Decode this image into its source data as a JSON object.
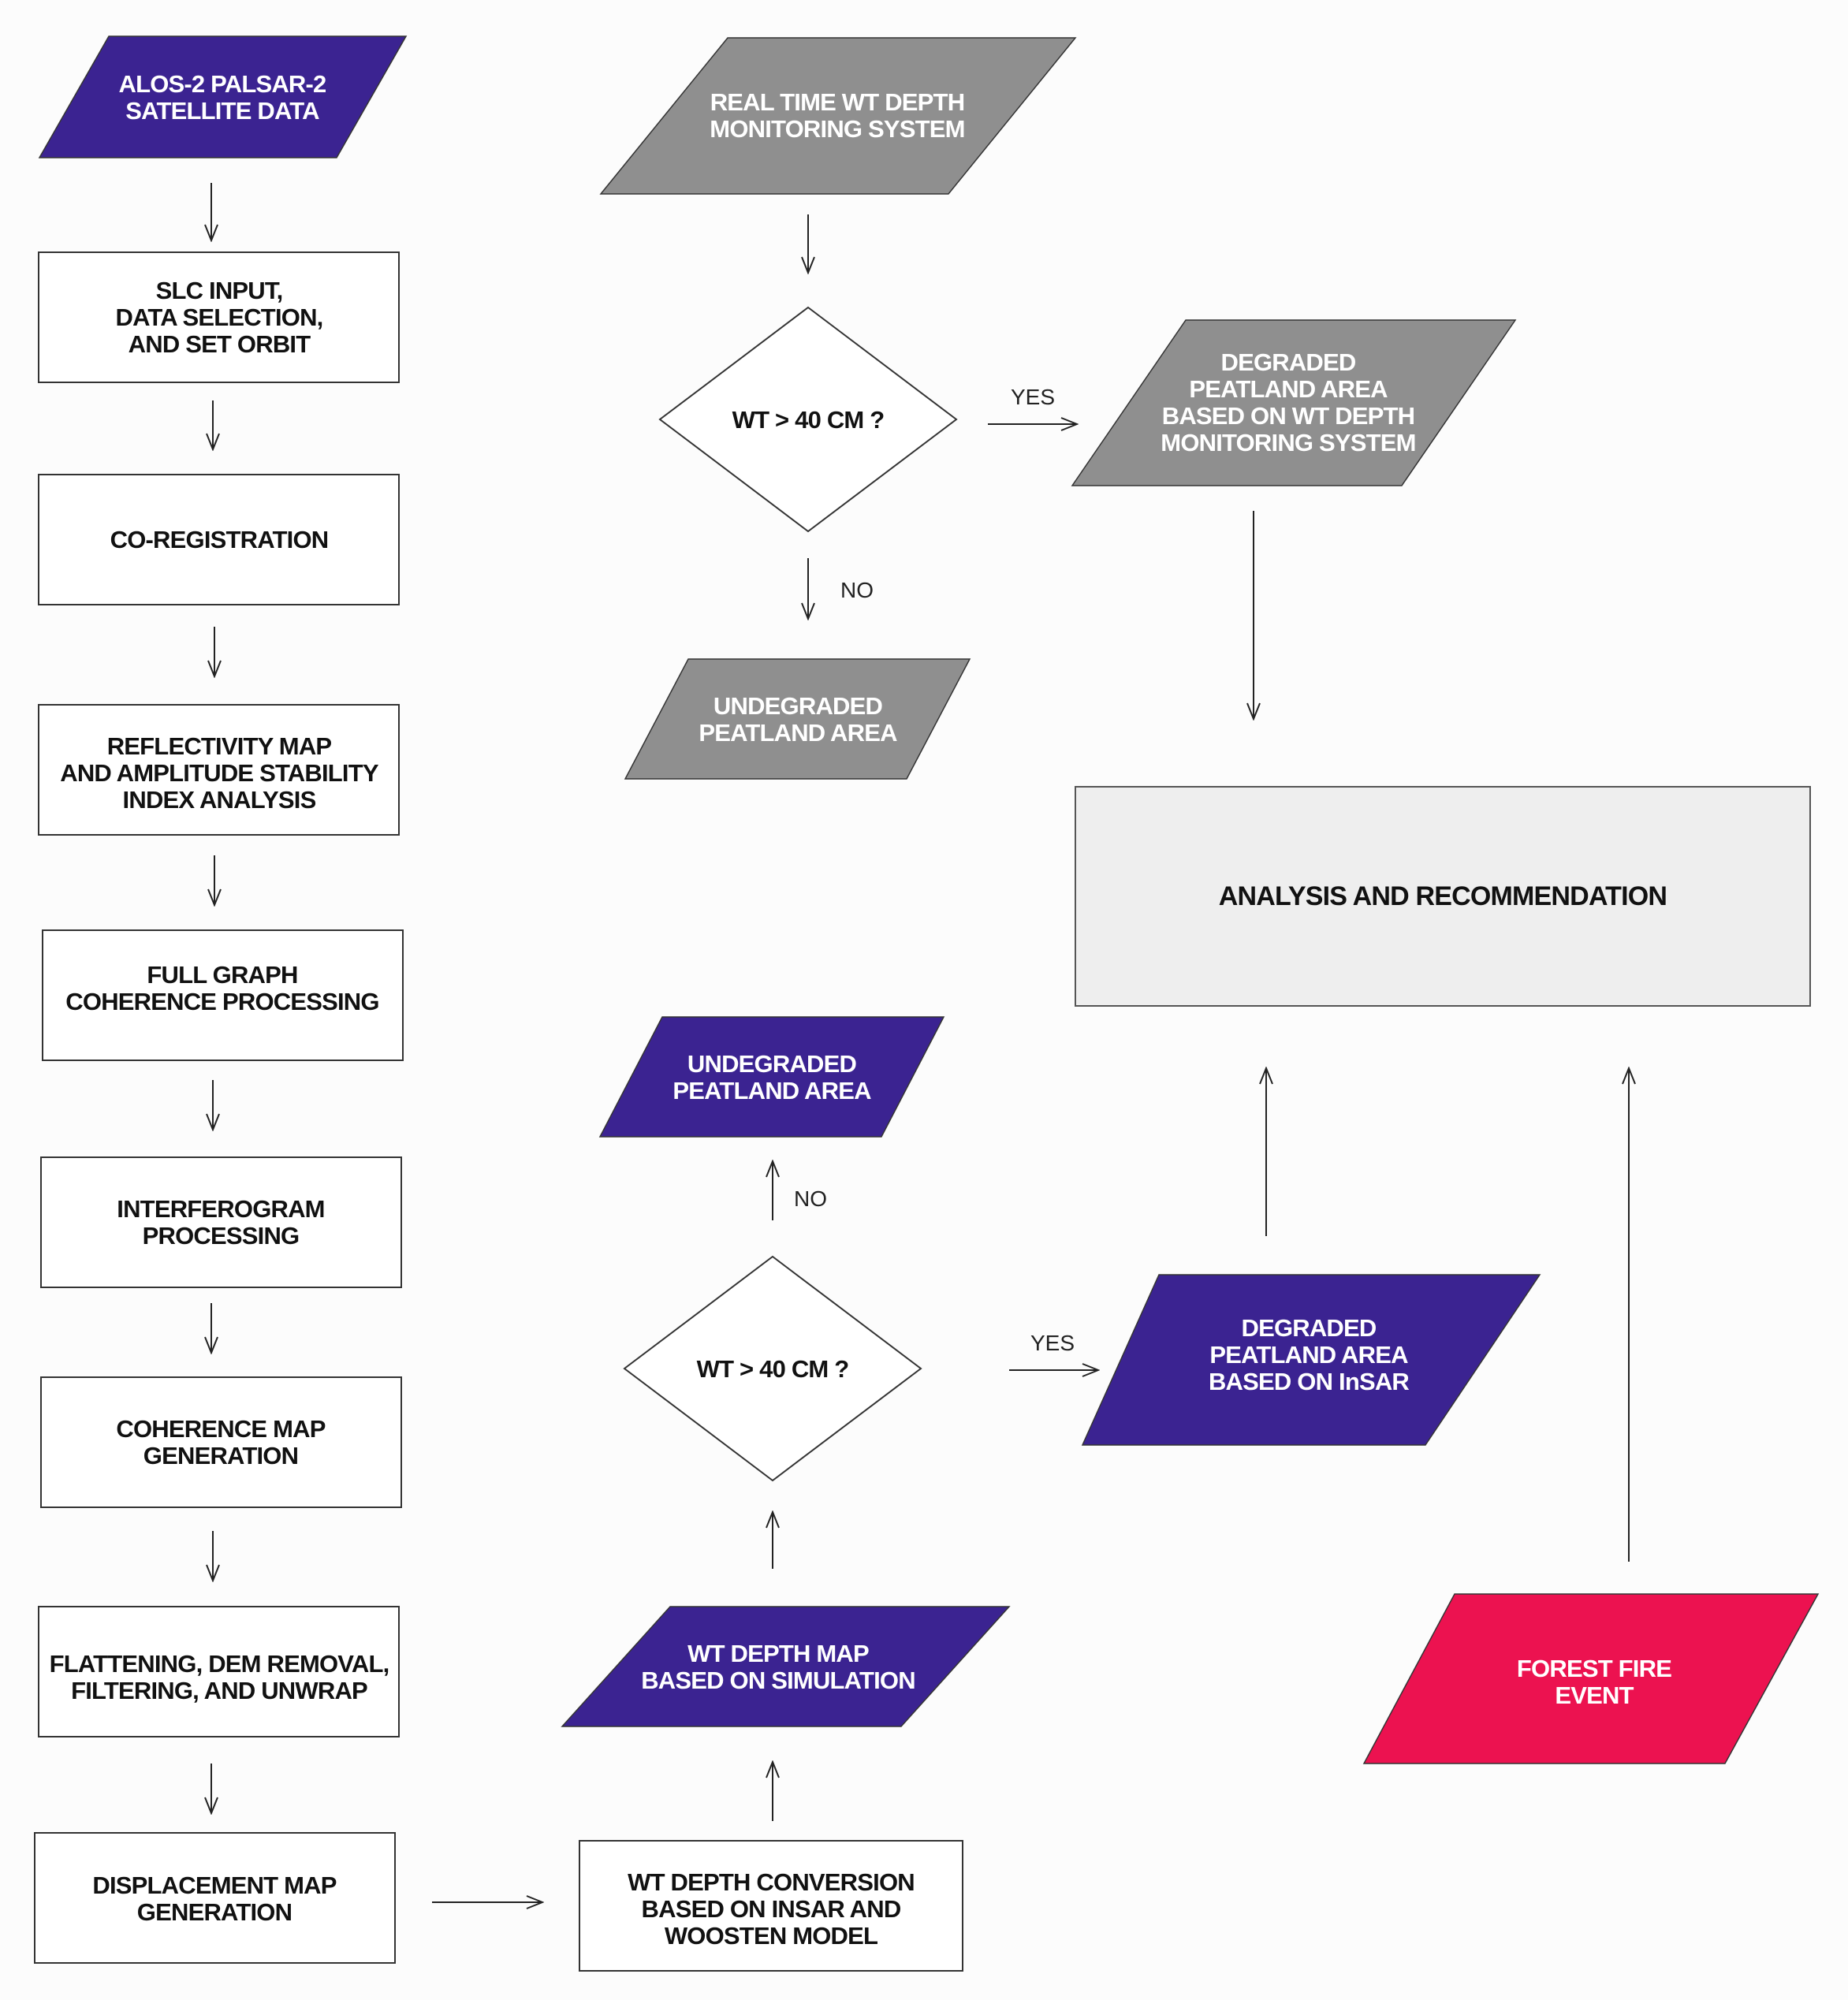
{
  "colors": {
    "purple": "#3b2391",
    "grey": "#8f8f8f",
    "red": "#ec1250",
    "white_text": "#ffffff",
    "dark_text": "#111111"
  },
  "nodes": {
    "alos": "ALOS-2 PALSAR-2\nSATELLITE DATA",
    "slc": "SLC INPUT,\nDATA SELECTION,\nAND SET ORBIT",
    "coreg": "CO-REGISTRATION",
    "reflect": "REFLECTIVITY MAP\nAND AMPLITUDE STABILITY\nINDEX ANALYSIS",
    "fullgraph": "FULL GRAPH\nCOHERENCE PROCESSING",
    "interf": "INTERFEROGRAM\nPROCESSING",
    "cohmap": "COHERENCE MAP\nGENERATION",
    "flat": "FLATTENING,  DEM REMOVAL,\nFILTERING, AND UNWRAP",
    "disp": "DISPLACEMENT MAP\nGENERATION",
    "realtime": "REAL TIME WT DEPTH\nMONITORING SYSTEM",
    "dec1": "WT > 40 CM ?",
    "degr1": "DEGRADED\nPEATLAND AREA\nBASED ON WT DEPTH\nMONITORING SYSTEM",
    "undeg1": "UNDEGRADED\nPEATLAND AREA",
    "analysis": "ANALYSIS AND RECOMMENDATION",
    "undeg2": "UNDEGRADED\nPEATLAND AREA",
    "dec2": "WT > 40 CM ?",
    "degr2": "DEGRADED\nPEATLAND AREA\nBASED ON InSAR",
    "wtmap": "WT DEPTH MAP\nBASED ON SIMULATION",
    "wtconv": "WT DEPTH CONVERSION\nBASED ON INSAR AND\nWOOSTEN MODEL",
    "fire": "FOREST FIRE\nEVENT"
  },
  "edge_labels": {
    "yes1": "YES",
    "no1": "NO",
    "yes2": "YES",
    "no2": "NO"
  }
}
